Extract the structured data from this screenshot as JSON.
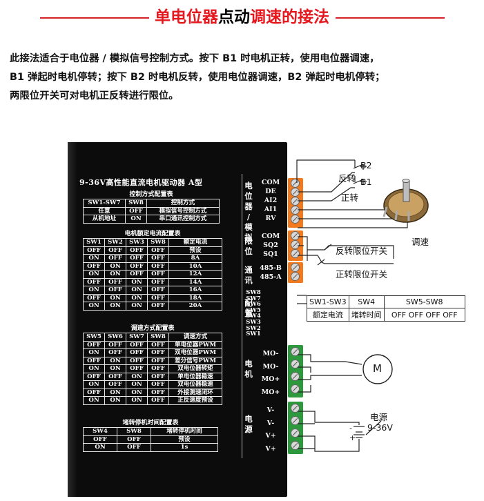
{
  "title": {
    "part1": "单电位器",
    "part2": "点动",
    "part3": "调速的接法"
  },
  "description": [
    "此接法适合于电位器 / 模拟信号控制方式。按下 B1 时电机正转，使用电位器调速，",
    "B1 弹起时电机停转；按下 B2 时电机反转，使用电位器调速，B2 弹起时电机停转；",
    "两限位开关可对电机正反转进行限位。"
  ],
  "driver": {
    "model": "9-36V高性能直流电机驱动器  A型",
    "control_table": {
      "caption": "控制方式配置表",
      "header": [
        "SW1-SW7",
        "SW8",
        "控制方式"
      ],
      "rows": [
        [
          "任意",
          "OFF",
          "模拟信号控制方式"
        ],
        [
          "从机地址",
          "ON",
          "串口通讯控制方式"
        ]
      ]
    },
    "current_table": {
      "caption": "电机额定电流配置表",
      "header": [
        "SW1",
        "SW2",
        "SW3",
        "SW8",
        "额定电流"
      ],
      "rows": [
        [
          "OFF",
          "OFF",
          "OFF",
          "OFF",
          "预设"
        ],
        [
          "ON",
          "OFF",
          "OFF",
          "OFF",
          "8A"
        ],
        [
          "OFF",
          "ON",
          "OFF",
          "OFF",
          "10A"
        ],
        [
          "ON",
          "ON",
          "OFF",
          "OFF",
          "12A"
        ],
        [
          "OFF",
          "OFF",
          "ON",
          "OFF",
          "14A"
        ],
        [
          "ON",
          "OFF",
          "ON",
          "OFF",
          "16A"
        ],
        [
          "OFF",
          "ON",
          "ON",
          "OFF",
          "18A"
        ],
        [
          "ON",
          "ON",
          "ON",
          "OFF",
          "20A"
        ]
      ]
    },
    "speed_table": {
      "caption": "调速方式配置表",
      "header": [
        "SW5",
        "SW6",
        "SW7",
        "SW8",
        "调速方式"
      ],
      "rows": [
        [
          "OFF",
          "OFF",
          "OFF",
          "OFF",
          "单电位器PWM"
        ],
        [
          "ON",
          "OFF",
          "OFF",
          "OFF",
          "双电位器PWM"
        ],
        [
          "OFF",
          "ON",
          "OFF",
          "OFF",
          "差分信号PWM"
        ],
        [
          "ON",
          "ON",
          "OFF",
          "OFF",
          "双电位器转矩"
        ],
        [
          "OFF",
          "OFF",
          "ON",
          "OFF",
          "单电位器稳速"
        ],
        [
          "ON",
          "OFF",
          "ON",
          "OFF",
          "双电位器稳速"
        ],
        [
          "OFF",
          "ON",
          "ON",
          "OFF",
          "外接测速闭环"
        ],
        [
          "ON",
          "ON",
          "ON",
          "OFF",
          "正反速度预设"
        ]
      ]
    },
    "stall_table": {
      "caption": "堵转停机时间配置表",
      "header": [
        "SW4",
        "SW8",
        "堵转停机时间"
      ],
      "rows": [
        [
          "OFF",
          "OFF",
          "预设"
        ],
        [
          "ON",
          "OFF",
          "1s"
        ]
      ]
    },
    "groups": {
      "pot": "电位器/模拟",
      "limit": "限位",
      "comm": "通讯",
      "config": "配置",
      "motor": "电机",
      "power": "电源"
    },
    "pins": {
      "pot": [
        "COM",
        "DE",
        "AI2",
        "AI1",
        "RV"
      ],
      "limit": [
        "COM",
        "SQ2",
        "SQ1"
      ],
      "comm": [
        "485-B",
        "485-A"
      ],
      "config": [
        "SW8",
        "SW7",
        "SW6",
        "SW5",
        "SW4",
        "SW3",
        "SW2",
        "SW1"
      ],
      "motor": [
        "MO-",
        "MO-",
        "MO+",
        "MO+"
      ],
      "power": [
        "V-",
        "V-",
        "V+",
        "V+"
      ]
    }
  },
  "annotations": {
    "b2": "B2",
    "b1": "B1",
    "reverse": "反转",
    "forward": "正转",
    "potentiometer": "调速",
    "reverse_limit": "反转限位开关",
    "forward_limit": "正转限位开关",
    "motor_symbol": "M",
    "power_label": "电源",
    "power_range": "9-36V",
    "power_minus": "-",
    "power_plus": "+"
  },
  "sw_config_table": {
    "header": [
      "SW1-SW3",
      "SW4",
      "SW5-SW8"
    ],
    "row": [
      "额定电流",
      "堵转时间",
      "OFF  OFF  OFF  OFF"
    ]
  },
  "colors": {
    "title_red": "#e4181f",
    "terminal_orange": "#f07a1d",
    "terminal_green": "#2c9a3c",
    "driver_black": "#0c0c0c"
  }
}
